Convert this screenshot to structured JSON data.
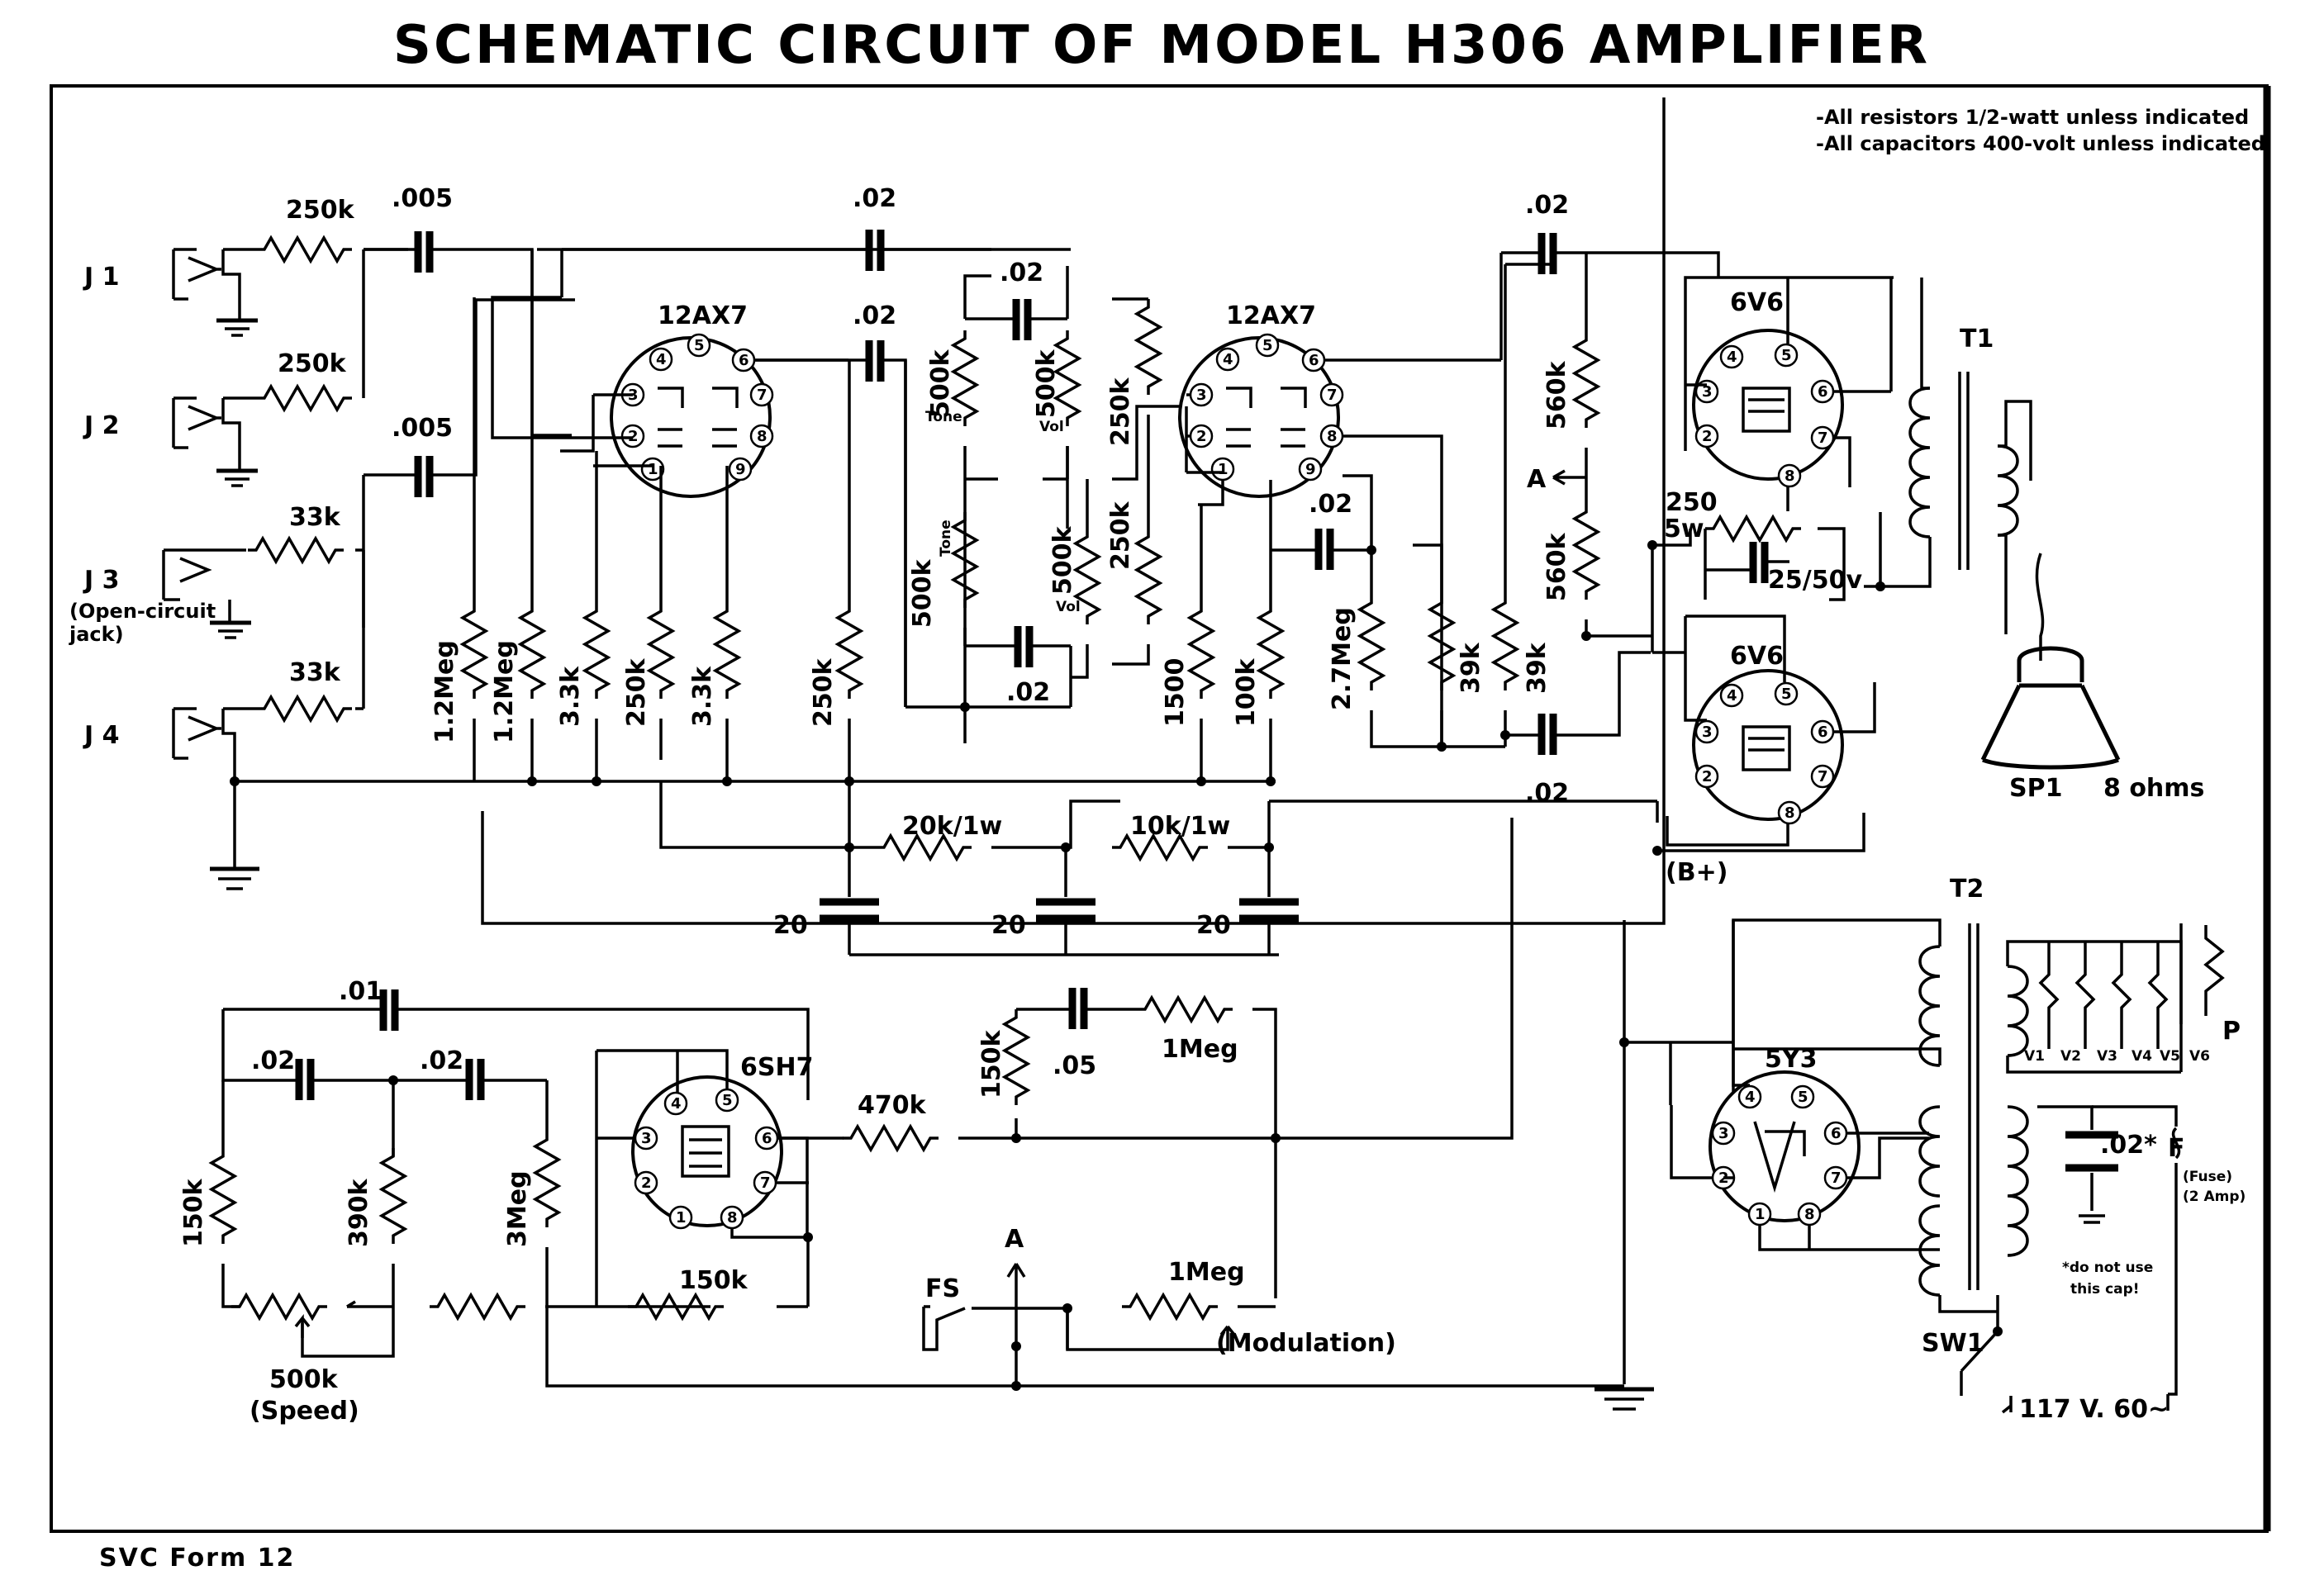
{
  "title": "SCHEMATIC CIRCUIT OF MODEL H306 AMPLIFIER",
  "notes": [
    "-All resistors 1/2-watt unless indicated",
    "-All capacitors 400-volt unless indicated"
  ],
  "footer": "SVC Form 12",
  "jacks": [
    "J 1",
    "J 2",
    "J 3",
    "J 4"
  ],
  "jack3_note": "(Open-circuit jack)",
  "tubes": {
    "v1": "12AX7",
    "v2": "12AX7",
    "v3": "6V6",
    "v4": "6V6",
    "v5": "6SH7",
    "v6": "5Y3"
  },
  "labels": {
    "r_250k_j1": "250k",
    "r_250k_j2": "250k",
    "r_33k_j3": "33k",
    "r_33k_j4": "33k",
    "c_005_a": ".005",
    "c_005_b": ".005",
    "c_02_top1": ".02",
    "c_02_top2": ".02",
    "c_02_tone": ".02",
    "c_02_tone_b": ".02",
    "c_02_v2": ".02",
    "c_02_out": ".02",
    "c_02_out_b": ".02",
    "pot_tone": "500k",
    "pot_tone_t": "Tone",
    "pot_vol": "500k",
    "pot_vol_t": "Vol",
    "pot_tone2": "500k",
    "pot_tone2_t": "Tone",
    "pot_vol2": "500k",
    "pot_vol2_t": "Vol",
    "r_250k_a": "250k",
    "r_250k_b": "250k",
    "r_1_2meg_a": "1.2Meg",
    "r_1_2meg_b": "1.2Meg",
    "r_3_3k_a": "3.3k",
    "r_250k_c": "250k",
    "r_3_3k_b": "3.3k",
    "r_250k_d": "250k",
    "r_1500": "1500",
    "r_100k": "100k",
    "r_2_7meg": "2.7Meg",
    "r_39k_a": "39k",
    "r_39k_b": "39k",
    "r_560k_a": "560k",
    "r_560k_b": "560k",
    "node_a": "A",
    "r_250_5w_a": "250",
    "r_250_5w_b": "5w",
    "c_25_50": "25/50v",
    "t1": "T1",
    "sp1": "SP1",
    "sp1_ohms": "8 ohms",
    "bplus": "(B+)",
    "t2": "T2",
    "p": "P",
    "r_20k": "20k/1w",
    "r_10k": "10k/1w",
    "c_20_a": "20",
    "c_20_b": "20",
    "c_20_c": "20",
    "c_01": ".01",
    "c_02_osc_a": ".02",
    "c_02_osc_b": ".02",
    "r_150k_osc": "150k",
    "r_390k": "390k",
    "r_3meg": "3Meg",
    "r_150k_bot": "150k",
    "pot_speed": "500k",
    "pot_speed_t": "(Speed)",
    "r_470k": "470k",
    "r_150k_v": "150k",
    "c_05": ".05",
    "r_1meg": "1Meg",
    "pot_mod": "1Meg",
    "pot_mod_t": "(Modulation)",
    "fs": "FS",
    "node_a2": "A",
    "c_02_star": ".02*",
    "fuse": "F",
    "fuse_note1": "(Fuse)",
    "fuse_note2": "(2 Amp)",
    "cap_note1": "*do not use",
    "cap_note2": "this cap!",
    "sw1": "SW1",
    "mains": "117 V. 60~",
    "heaters": [
      "V1",
      "V2",
      "V3",
      "V4",
      "V5",
      "V6"
    ]
  }
}
